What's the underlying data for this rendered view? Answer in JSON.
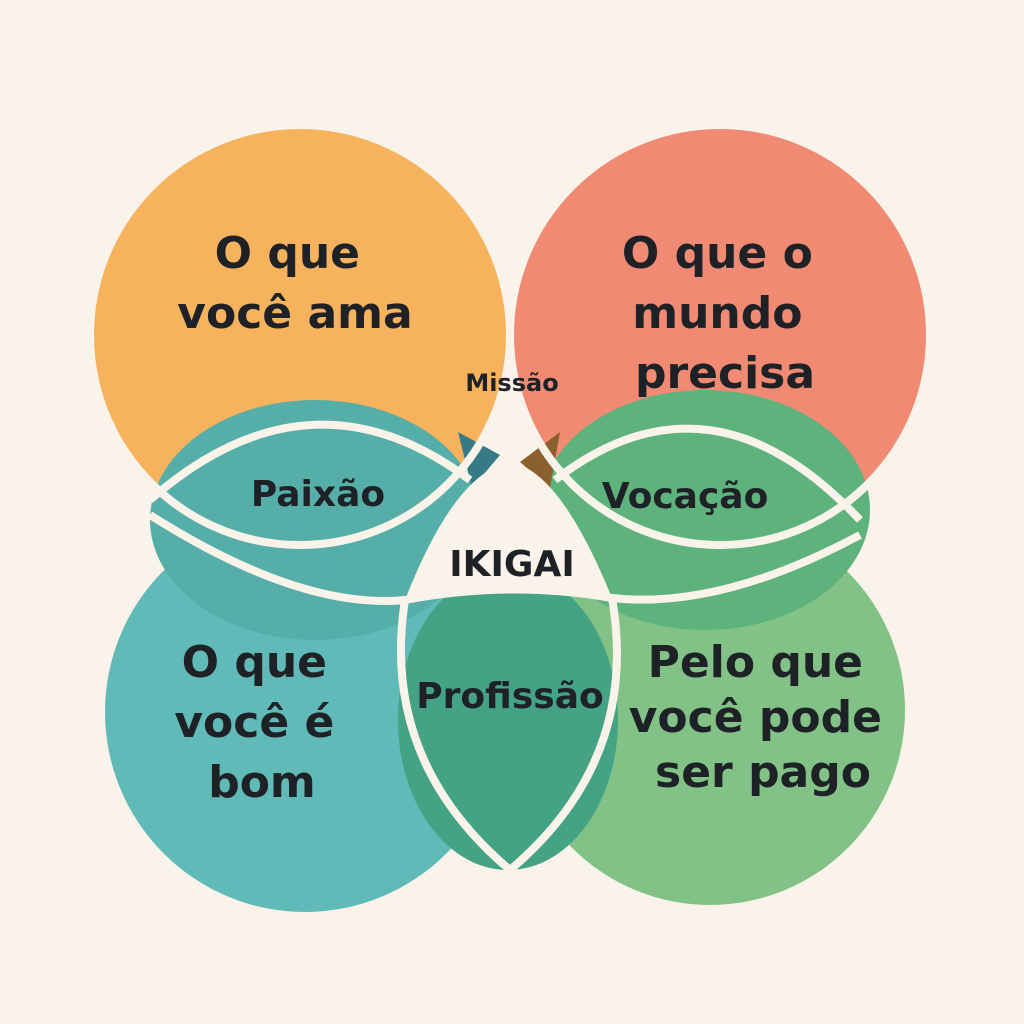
{
  "diagram": {
    "title": "IKIGAI",
    "background": "#f9f3ea",
    "circles": [
      {
        "id": "love",
        "lines": [
          "O que",
          "você ama"
        ],
        "color": "#f7b25e"
      },
      {
        "id": "world",
        "lines": [
          "O que o",
          "mundo",
          "precisa"
        ],
        "color": "#f08a72"
      },
      {
        "id": "good",
        "lines": [
          "O que",
          "você é",
          "bom"
        ],
        "color": "#5fbab8"
      },
      {
        "id": "paid",
        "lines": [
          "Pelo que",
          "você pode",
          "ser pago"
        ],
        "color": "#82c286"
      }
    ],
    "overlaps": [
      {
        "id": "missao",
        "label": "Missão",
        "color": "#ee8550"
      },
      {
        "id": "paixao",
        "label": "Paixão",
        "color": "#56aea9"
      },
      {
        "id": "vocacao",
        "label": "Vocação",
        "color": "#5eb27c"
      },
      {
        "id": "profissao",
        "label": "Profissão",
        "color": "#44a285"
      }
    ],
    "small_regions": [
      {
        "id": "love-good-world",
        "color": "#357a84"
      },
      {
        "id": "love-world-paid",
        "color": "#8c5f2e"
      }
    ],
    "center": {
      "label": "IKIGAI",
      "color": "#f9f3ea"
    }
  }
}
